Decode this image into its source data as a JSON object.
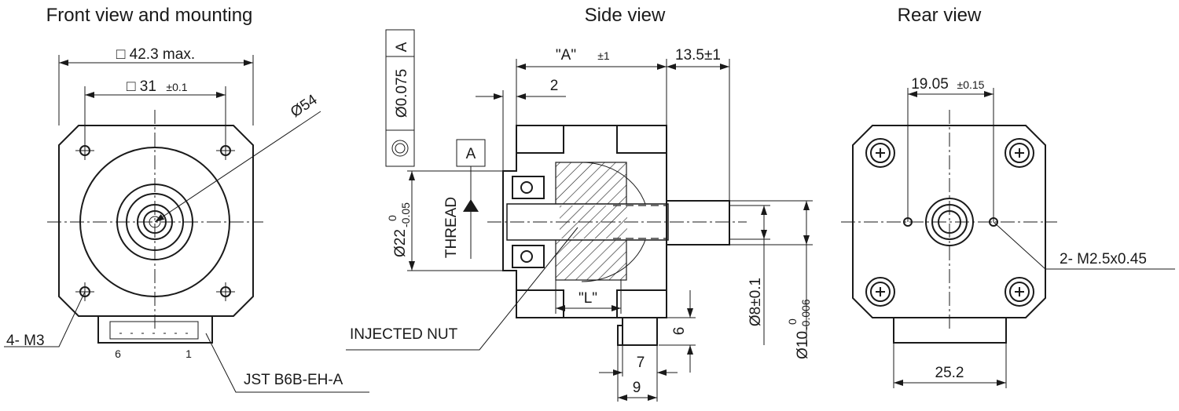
{
  "titles": {
    "front": "Front view and mounting",
    "side": "Side view",
    "rear": "Rear view"
  },
  "front": {
    "dim_outer": "□ 42.3 max.",
    "dim_inner_main": "□ 31",
    "dim_inner_tol": "±0.1",
    "dim_diameter": "Ø54",
    "holes_label": "4- M3",
    "connector_label": "JST B6B-EH-A",
    "pin_left": "6",
    "pin_right": "1"
  },
  "side": {
    "tolerance_frame": {
      "symbol": "concentricity",
      "value": "Ø0.075",
      "datum": "A"
    },
    "datum": "A",
    "dim_A_main": "\"A\"",
    "dim_A_tol": "±1",
    "dim_shaft": "13.5±1",
    "dim_2": "2",
    "dim_22_main": "Ø22",
    "dim_22_upper": "0",
    "dim_22_lower": "-0.05",
    "thread_label": "THREAD",
    "dim_L": "\"L\"",
    "nut_label": "INJECTED NUT",
    "dim_8": "Ø8±0.1",
    "dim_10_main": "Ø10",
    "dim_10_upper": "0",
    "dim_10_lower": "-0.006",
    "dim_6": "6",
    "dim_7": "7",
    "dim_9": "9"
  },
  "rear": {
    "dim_hole_spacing_main": "19.05",
    "dim_hole_spacing_tol": "±0.15",
    "holes_label": "2- M2.5x0.45",
    "dim_connector": "25.2"
  }
}
